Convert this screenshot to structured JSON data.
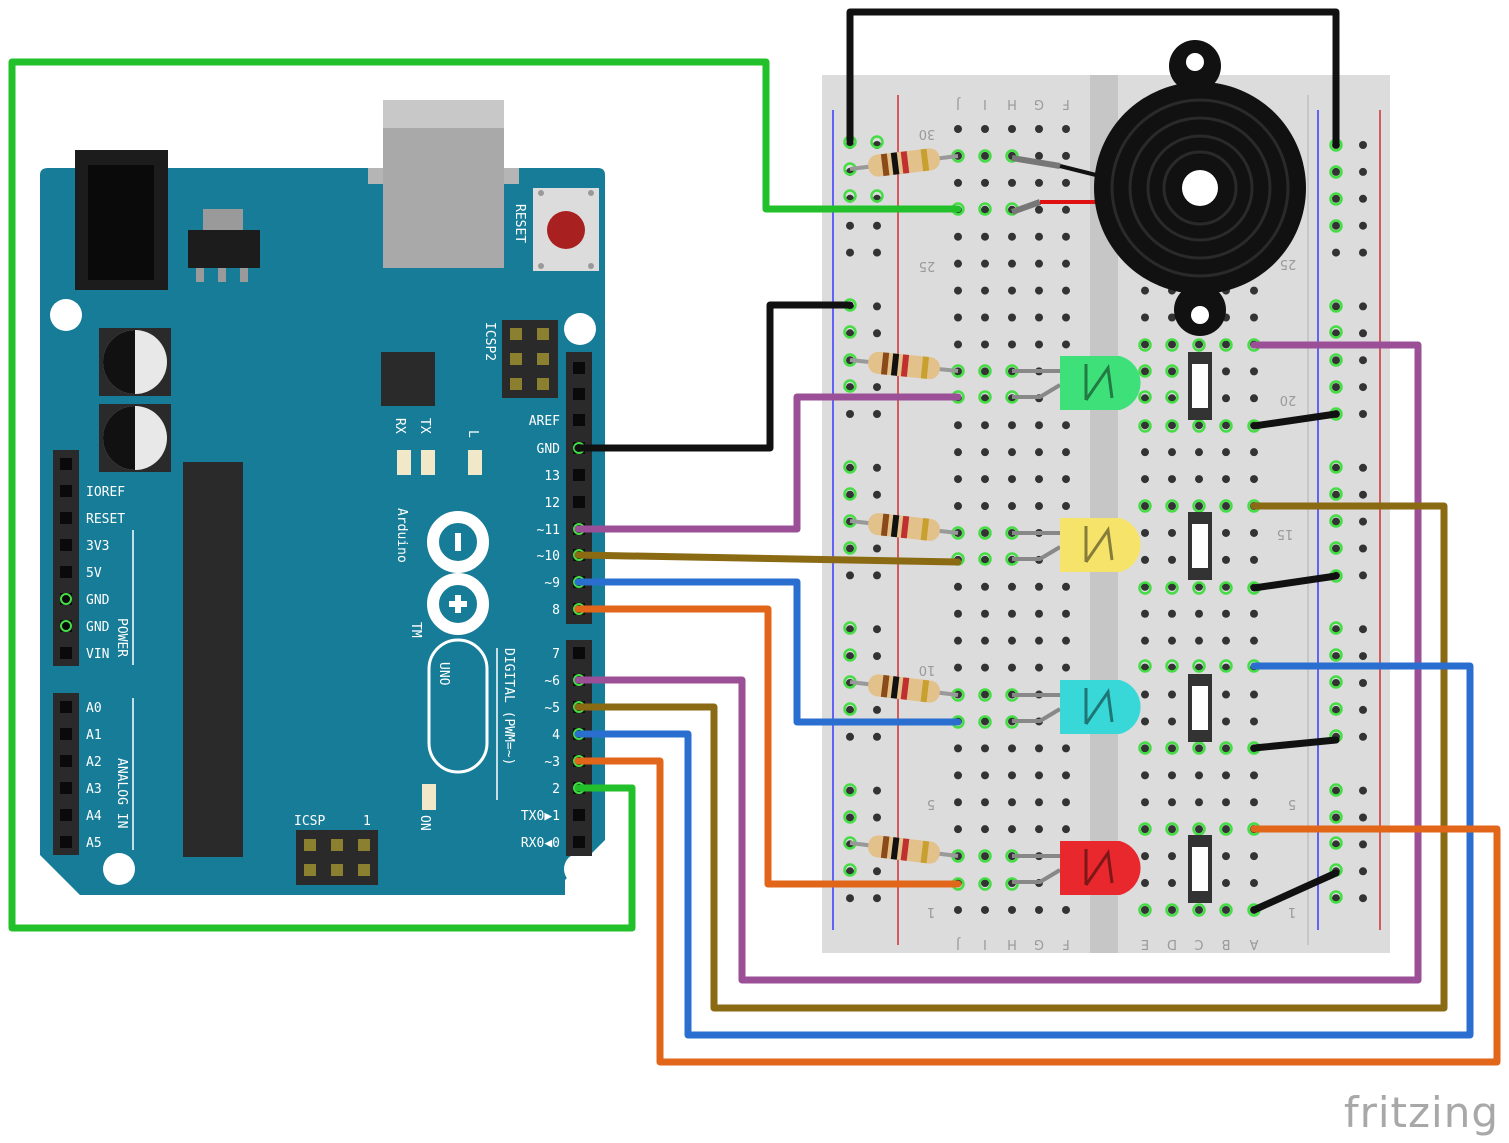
{
  "brand": "fritzing",
  "arduino": {
    "logo_text": "Arduino",
    "tm": "TM",
    "model": "UNO",
    "reset_label": "RESET",
    "icsp_label": "ICSP",
    "icsp2_label": "ICSP2",
    "icsp_pin1": "1",
    "on_label": "ON",
    "tx_label": "TX",
    "rx_label": "RX",
    "l_label": "L",
    "digital_label": "DIGITAL (PWM=~)",
    "power_label": "POWER",
    "analog_label": "ANALOG IN",
    "digital_pins": [
      "AREF",
      "GND",
      "13",
      "12",
      "~11",
      "~10",
      "~9",
      "8",
      "7",
      "~6",
      "~5",
      "4",
      "~3",
      "2",
      "TX0▶1",
      "RX0◀0"
    ],
    "power_pins": [
      "IOREF",
      "RESET",
      "3V3",
      "5V",
      "GND",
      "GND",
      "VIN"
    ],
    "analog_pins": [
      "A0",
      "A1",
      "A2",
      "A3",
      "A4",
      "A5"
    ]
  },
  "breadboard": {
    "row_numbers": [
      "30",
      "25",
      "20",
      "15",
      "10",
      "5",
      "1"
    ],
    "left_cols": [
      "J",
      "I",
      "H",
      "G",
      "F"
    ],
    "right_cols": [
      "E",
      "D",
      "C",
      "B",
      "A"
    ]
  },
  "components": {
    "leds": [
      {
        "name": "led-green",
        "color": "#3ee07a"
      },
      {
        "name": "led-yellow",
        "color": "#f6e46a"
      },
      {
        "name": "led-cyan",
        "color": "#38d8d8"
      },
      {
        "name": "led-red",
        "color": "#e8282c"
      }
    ],
    "wire_colors": {
      "green": "#22c02a",
      "black": "#111111",
      "purple": "#9b4f96",
      "brown": "#8b6a14",
      "blue": "#2a6fcf",
      "orange": "#e2661a",
      "red": "#e01010"
    }
  }
}
